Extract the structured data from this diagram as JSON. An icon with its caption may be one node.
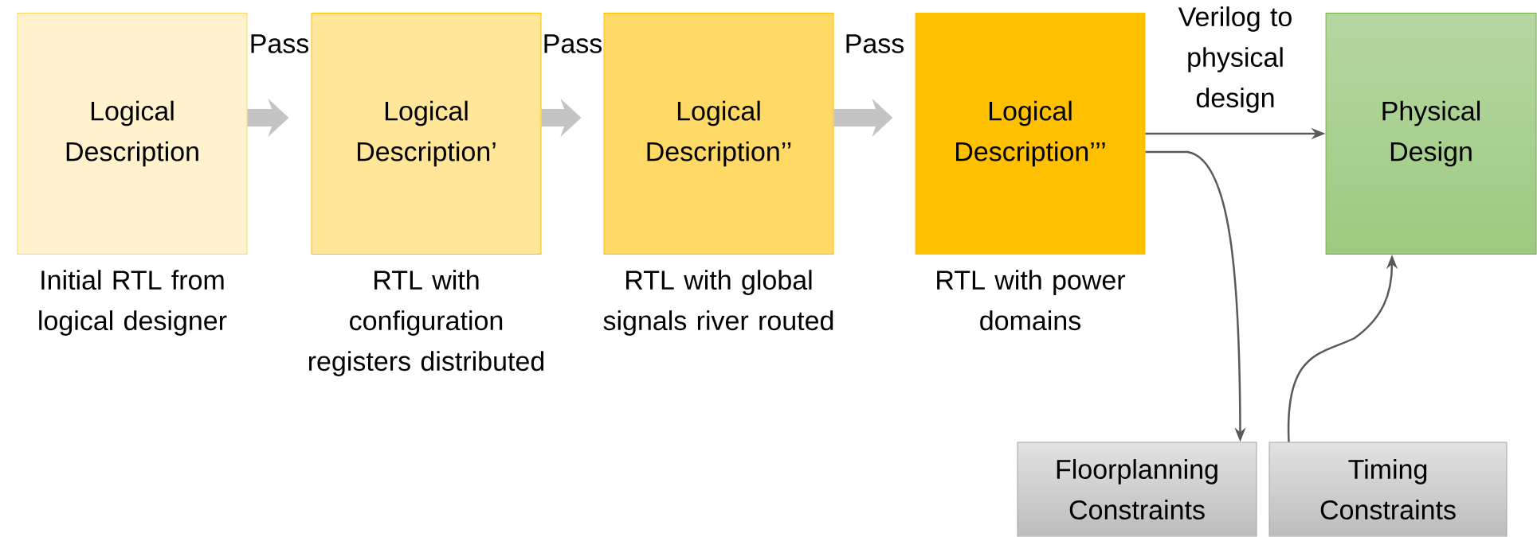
{
  "diagram": {
    "nodes": [
      {
        "text": [
          "Logical Description"
        ],
        "beside": [
          "Initial RTL from logical designer"
        ]
      },
      {
        "text": [
          "Logical Description’"
        ],
        "beside": [
          "RTL with configuration registers distributed"
        ]
      },
      {
        "text": [
          "Logical Description’’"
        ],
        "beside": [
          "RTL with global signals river routed"
        ]
      },
      {
        "text": [
          "Logical Description’’’"
        ],
        "beside": [
          "RTL with power domains"
        ]
      },
      {
        "text": [
          "Physical Design"
        ]
      },
      {
        "text": [
          "Floorplanning Constraints"
        ]
      },
      {
        "text": [
          "Timing Constraints"
        ]
      }
    ],
    "edges": [
      {
        "from": 0,
        "to": 1,
        "arrow": "to",
        "label": "Pass",
        "style": "thick",
        "color": "#c4c4c4"
      },
      {
        "from": 1,
        "to": 2,
        "arrow": "to",
        "label": "Pass",
        "style": "thick",
        "color": "#c4c4c4"
      },
      {
        "from": 2,
        "to": 3,
        "arrow": "to",
        "label": "Pass",
        "style": "thick",
        "color": "#c4c4c4"
      },
      {
        "from": 3,
        "to": 4,
        "arrow": "to",
        "label": "Verilog to physical design",
        "color": "#595959"
      },
      {
        "from": 3,
        "to": 5,
        "arrow": "to",
        "color": "#595959"
      },
      {
        "from": 6,
        "to": 4,
        "arrow": "to",
        "color": "#595959"
      }
    ]
  }
}
